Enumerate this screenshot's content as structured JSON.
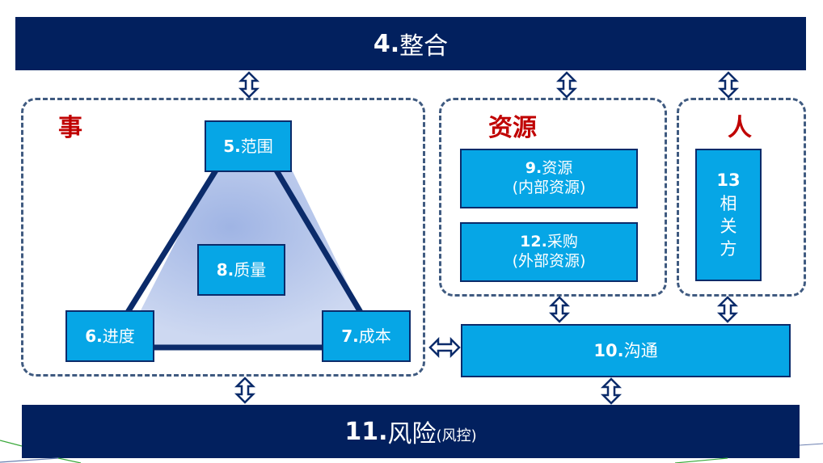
{
  "colors": {
    "dark_bar": "#02205e",
    "box_fill": "#06a6e6",
    "box_border": "#0b2b6a",
    "dashed_border": "#3f5a80",
    "group_label": "#c00000",
    "triangle_fill": "#b8c8ea",
    "triangle_stroke": "#0b2b6a"
  },
  "top_bar": {
    "num": "4.",
    "label": "整合"
  },
  "bottom_bar": {
    "num": "11.",
    "label": "风险",
    "note": "(风控)"
  },
  "groups": {
    "things": {
      "label": "事"
    },
    "resources": {
      "label": "资源"
    },
    "people": {
      "label": "人"
    }
  },
  "triangle": {
    "scope": {
      "num": "5.",
      "label": "范围"
    },
    "schedule": {
      "num": "6.",
      "label": "进度"
    },
    "cost": {
      "num": "7.",
      "label": "成本"
    },
    "quality": {
      "num": "8.",
      "label": "质量"
    }
  },
  "resources": {
    "internal": {
      "num": "9.",
      "label": "资源",
      "sub": "(内部资源)"
    },
    "procurement": {
      "num": "12.",
      "label": "采购",
      "sub": "(外部资源)"
    }
  },
  "stakeholders": {
    "num": "13",
    "chars": [
      "相",
      "关",
      "方"
    ]
  },
  "communication": {
    "num": "10.",
    "label": "沟通"
  }
}
